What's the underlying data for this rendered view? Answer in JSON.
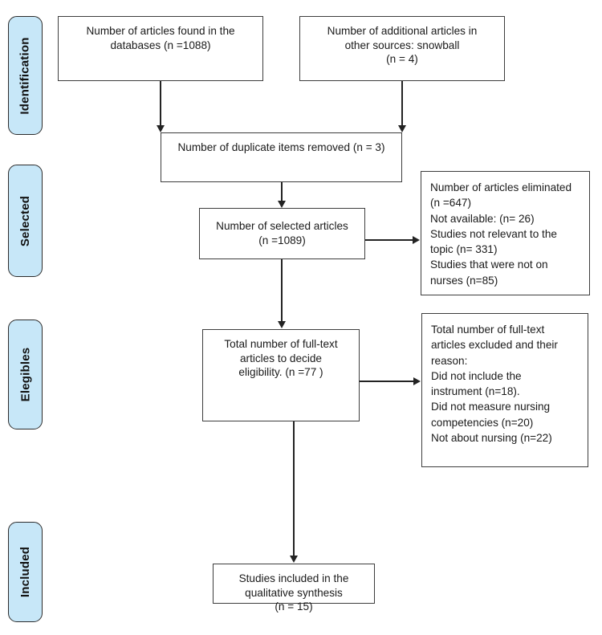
{
  "diagram": {
    "title": "PRISMA study selection flow diagram",
    "type": "flowchart",
    "accent_color": "#c7e7f8",
    "border_color": "#3d3d3d",
    "connector_color": "#232323"
  },
  "stages": [
    {
      "label": "Identification"
    },
    {
      "label": "Selected"
    },
    {
      "label": "Elegibles"
    },
    {
      "label": "Included"
    }
  ],
  "nodes": {
    "databases": {
      "line1": "Number of articles found in the",
      "line2": "databases (n =1088)"
    },
    "other_sources": {
      "line1": "Number of additional articles in",
      "line2": "other sources: snowball",
      "line3": "(n = 4)"
    },
    "duplicates": {
      "line1": "Number of duplicate items removed (n = 3)"
    },
    "selected_articles": {
      "line1": "Number of selected articles",
      "line2": "(n =1089)"
    },
    "eliminated": {
      "line1": "Number of articles eliminated",
      "line2": "(n =647)",
      "line3": "Not available: (n= 26)",
      "line4": "Studies not relevant to the",
      "line5": "topic (n= 331)",
      "line6": "Studies that were not on",
      "line7": "nurses (n=85)"
    },
    "fulltext": {
      "line1": "Total number of full-text",
      "line2": "articles to decide",
      "line3": "eligibility. (n =77 )"
    },
    "excluded": {
      "line1": "Total number of full-text",
      "line2": "articles excluded and their",
      "line3": "reason:",
      "line4": "Did not include the",
      "line5": "instrument (n=18).",
      "line6": "Did not measure nursing",
      "line7": "competencies (n=20)",
      "line8": "Not about nursing (n=22)"
    },
    "included": {
      "line1": "Studies included in the",
      "line2": "qualitative synthesis",
      "line3": "(n = 15)"
    }
  },
  "chart_data": {
    "type": "diagram",
    "title": "PRISMA flow of information through the review phases",
    "phases": [
      {
        "name": "Identification",
        "records": [
          {
            "label": "Number of articles found in the databases",
            "n": 1088
          },
          {
            "label": "Number of additional articles in other sources: snowball",
            "n": 4
          },
          {
            "label": "Number of duplicate items removed",
            "n": 3
          }
        ]
      },
      {
        "name": "Selected",
        "records": [
          {
            "label": "Number of selected articles",
            "n": 1089
          },
          {
            "label": "Number of articles eliminated",
            "n": 647
          },
          {
            "label": "Not available",
            "n": 26
          },
          {
            "label": "Studies not relevant to the topic",
            "n": 331
          },
          {
            "label": "Studies that were not on nurses",
            "n": 85
          }
        ]
      },
      {
        "name": "Elegibles",
        "records": [
          {
            "label": "Total number of full-text articles to decide eligibility",
            "n": 77
          },
          {
            "label": "Did not include the instrument",
            "n": 18
          },
          {
            "label": "Did not measure nursing competencies",
            "n": 20
          },
          {
            "label": "Not about nursing",
            "n": 22
          }
        ]
      },
      {
        "name": "Included",
        "records": [
          {
            "label": "Studies included in the qualitative synthesis",
            "n": 15
          }
        ]
      }
    ]
  }
}
